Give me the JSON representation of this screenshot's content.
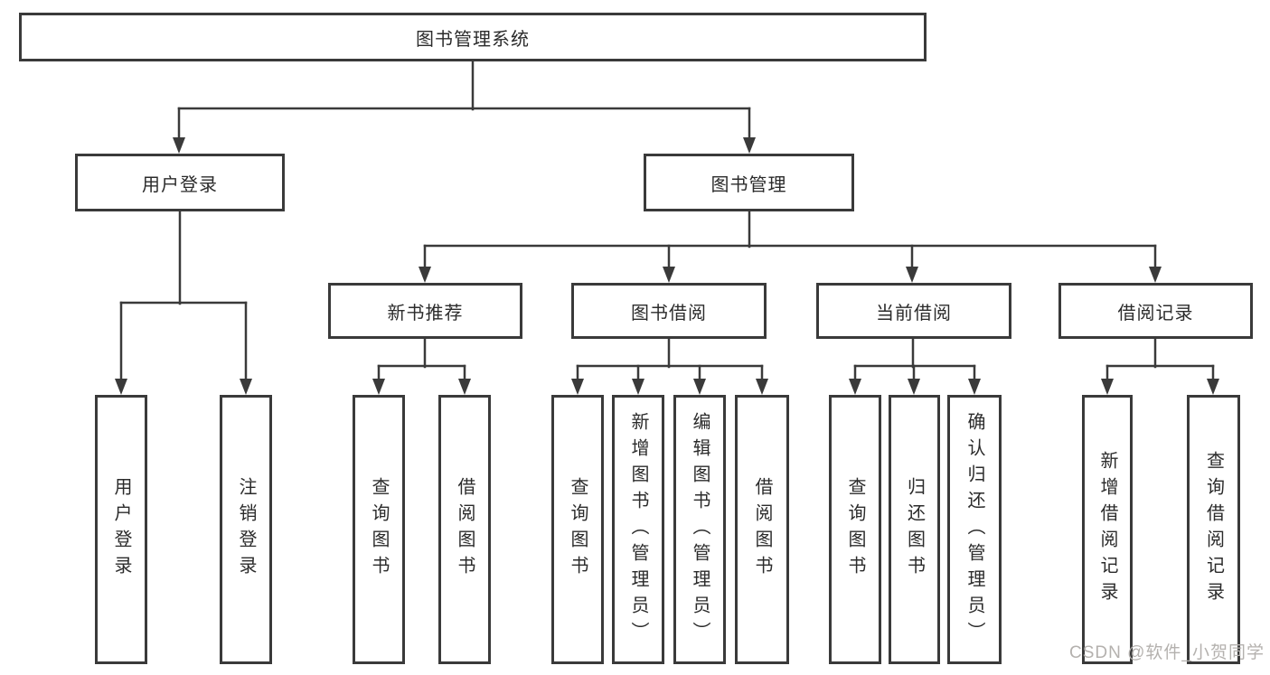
{
  "diagram": {
    "root": "图书管理系统",
    "branches": [
      {
        "label": "用户登录",
        "children": [
          "用户登录",
          "注销登录"
        ]
      },
      {
        "label": "图书管理",
        "children": [
          {
            "label": "新书推荐",
            "children": [
              "查询图书",
              "借阅图书"
            ]
          },
          {
            "label": "图书借阅",
            "children": [
              "查询图书",
              "新增图书（管理员）",
              "编辑图书（管理员）",
              "借阅图书"
            ]
          },
          {
            "label": "当前借阅",
            "children": [
              "查询图书",
              "归还图书",
              "确认归还（管理员）"
            ]
          },
          {
            "label": "借阅记录",
            "children": [
              "新增借阅记录",
              "查询借阅记录"
            ]
          }
        ]
      }
    ]
  },
  "watermark": "CSDN @软件_小贺同学",
  "colors": {
    "line": "#3a3a3a",
    "text": "#2b2b2b",
    "watermark": "#b4b1ae",
    "background": "#ffffff"
  }
}
